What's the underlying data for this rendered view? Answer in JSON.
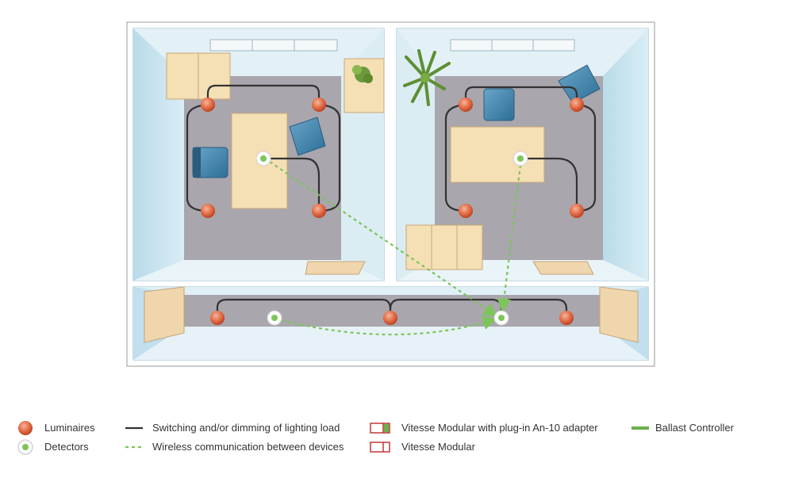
{
  "legend": {
    "luminaires": "Luminaires",
    "detectors": "Detectors",
    "switching": "Switching and/or dimming of lighting load",
    "wireless": "Wireless communication between devices",
    "vitesse_adapter": "Vitesse Modular with plug-in An-10 adapter",
    "vitesse": "Vitesse Modular",
    "ballast": "Ballast Controller"
  },
  "colors": {
    "luminaire": "#e0603a",
    "detector": "#7cc55a",
    "wire": "#333333",
    "wireless": "#7cc55a",
    "vitesse": "#c0282d",
    "ballast": "#6ab04c"
  }
}
